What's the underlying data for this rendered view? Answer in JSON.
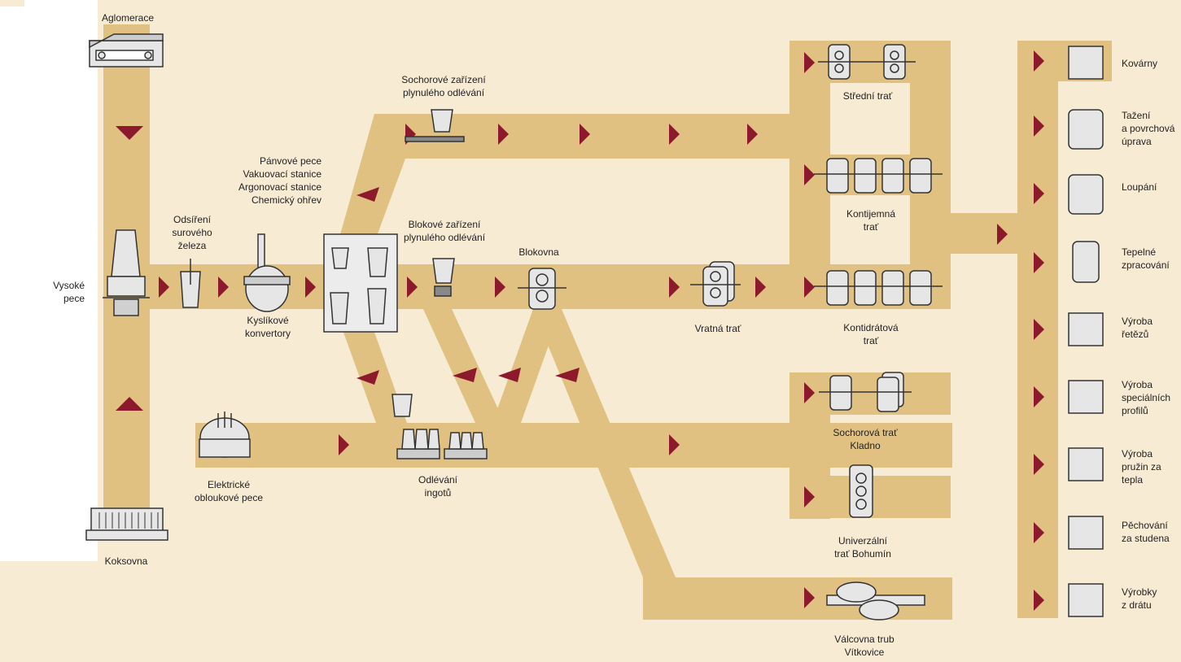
{
  "colors": {
    "background": "#f8ebd4",
    "flow": "#e0c182",
    "arrow": "#8c1a2c",
    "icon_fill": "#e6e6e6",
    "icon_stroke": "#333333"
  },
  "labels": {
    "aglomerace": "Aglomerace",
    "koksovna": "Koksovna",
    "vysoke_pece": "Vysoké\npece",
    "odsireni": "Odsíření\nsurového\nželeza",
    "kyslikove": "Kyslíkové\nkonvertory",
    "panvove": "Pánvové pece\nVakuovací stanice\nArgonovací stanice\nChemický ohřev",
    "sochorove_zarizeni": "Sochorové zařízení\nplynulého odlévání",
    "blokove_zarizeni": "Blokové zařízení\nplynulého odlévání",
    "blokovna": "Blokovna",
    "elektricke": "Elektrické\nobloukové pece",
    "odlevani": "Odlévání\ningotů",
    "vratna": "Vratná trať",
    "stredni": "Střední trať",
    "kontijemna": "Kontijemná\ntrať",
    "kontidratova": "Kontidrátová\ntrať",
    "sochorova_trat": "Sochorová trať\nKladno",
    "univerzalni": "Univerzální\ntrať Bohumín",
    "valcovna": "Válcovna trub\nVítkovice"
  },
  "products": [
    {
      "label": "Kovárny",
      "icon": "hammer-icon"
    },
    {
      "label": "Tažení\na povrchová\núprava",
      "icon": "drawing-mill-icon"
    },
    {
      "label": "Loupání",
      "icon": "peeling-mill-icon"
    },
    {
      "label": "Tepelné\nzpracování",
      "icon": "heat-treatment-icon"
    },
    {
      "label": "Výroba\nřetězů",
      "icon": "chain-icon"
    },
    {
      "label": "Výroba\nspeciálních\nprofilů",
      "icon": "profile-icon"
    },
    {
      "label": "Výroba\npružin za\ntepla",
      "icon": "spring-icon"
    },
    {
      "label": "Pěchování\nza studena",
      "icon": "bolt-icon"
    },
    {
      "label": "Výrobky\nz drátu",
      "icon": "nail-icon"
    }
  ]
}
